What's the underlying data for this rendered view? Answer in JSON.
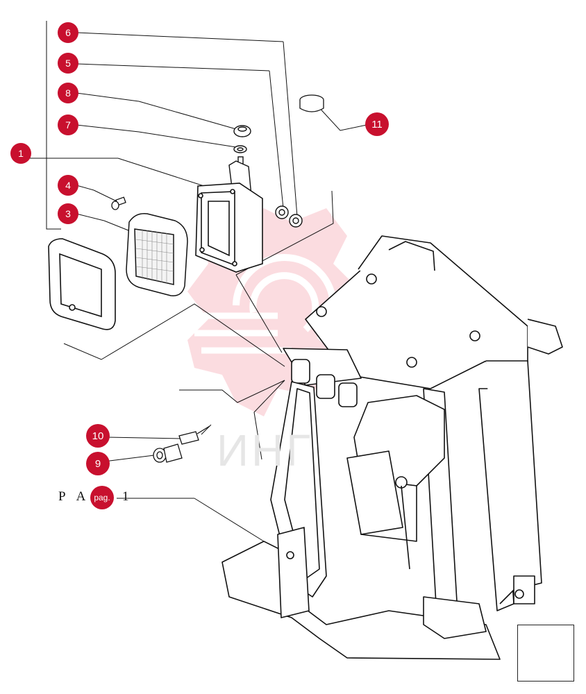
{
  "diagram": {
    "callouts": [
      {
        "id": "6",
        "label": "6"
      },
      {
        "id": "5",
        "label": "5"
      },
      {
        "id": "8",
        "label": "8"
      },
      {
        "id": "7",
        "label": "7"
      },
      {
        "id": "1",
        "label": "1"
      },
      {
        "id": "4",
        "label": "4"
      },
      {
        "id": "3",
        "label": "3"
      },
      {
        "id": "11",
        "label": "11"
      },
      {
        "id": "10",
        "label": "10"
      },
      {
        "id": "9",
        "label": "9"
      }
    ],
    "reference": {
      "prefix": "P A",
      "badge": "pag.",
      "page": "1"
    },
    "watermark": "ИНГ"
  },
  "colors": {
    "callout": "#c8102e",
    "watermark": "#f2b5bd",
    "line": "#111111"
  }
}
